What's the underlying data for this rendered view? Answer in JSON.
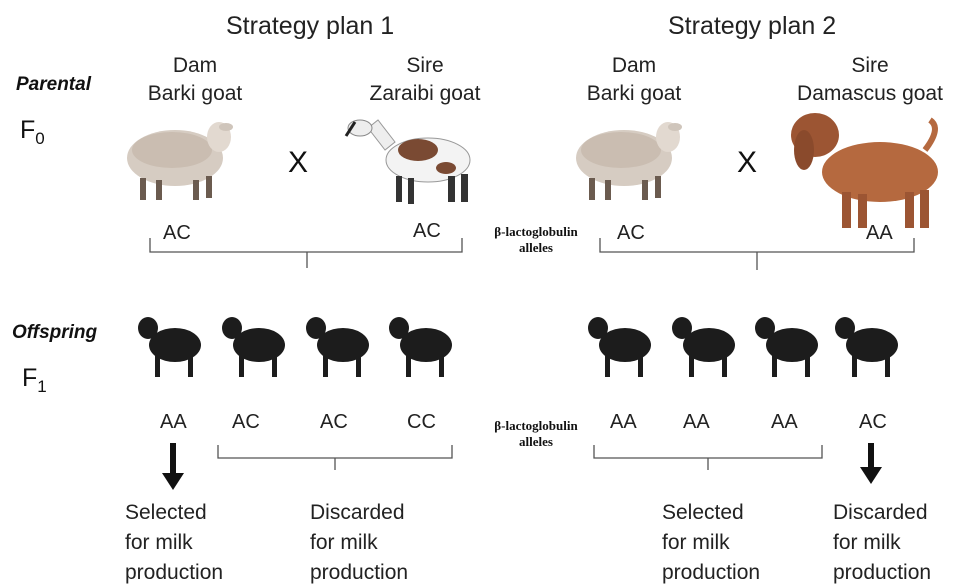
{
  "plan1": {
    "title": "Strategy plan 1",
    "dam": {
      "role": "Dam",
      "breed": "Barki goat",
      "genotype": "AC"
    },
    "sire": {
      "role": "Sire",
      "breed": "Zaraibi goat",
      "genotype": "AC"
    },
    "cross": "X",
    "offspring": [
      "AA",
      "AC",
      "AC",
      "CC"
    ],
    "selected": {
      "l1": "Selected",
      "l2": "for milk",
      "l3": "production"
    },
    "discarded": {
      "l1": "Discarded",
      "l2": "for milk",
      "l3": "production"
    }
  },
  "plan2": {
    "title": "Strategy plan 2",
    "dam": {
      "role": "Dam",
      "breed": "Barki goat",
      "genotype": "AC"
    },
    "sire": {
      "role": "Sire",
      "breed": "Damascus goat",
      "genotype": "AA"
    },
    "cross": "X",
    "offspring": [
      "AA",
      "AA",
      "AA",
      "AC"
    ],
    "selected": {
      "l1": "Selected",
      "l2": "for milk",
      "l3": "production"
    },
    "discarded": {
      "l1": "Discarded",
      "l2": "for milk",
      "l3": "production"
    }
  },
  "rows": {
    "parental": "Parental",
    "f0_base": "F",
    "f0_sub": "0",
    "offspring": "Offspring",
    "f1_base": "F",
    "f1_sub": "1"
  },
  "gene_label": {
    "l1": "β-lactoglobulin",
    "l2": "alleles"
  },
  "colors": {
    "sheep_wool": "#d9cfc6",
    "zaraibi": "#f2f2f2",
    "damascus": "#b5693f",
    "kid": "#1c1c1c",
    "line": "#555555"
  }
}
